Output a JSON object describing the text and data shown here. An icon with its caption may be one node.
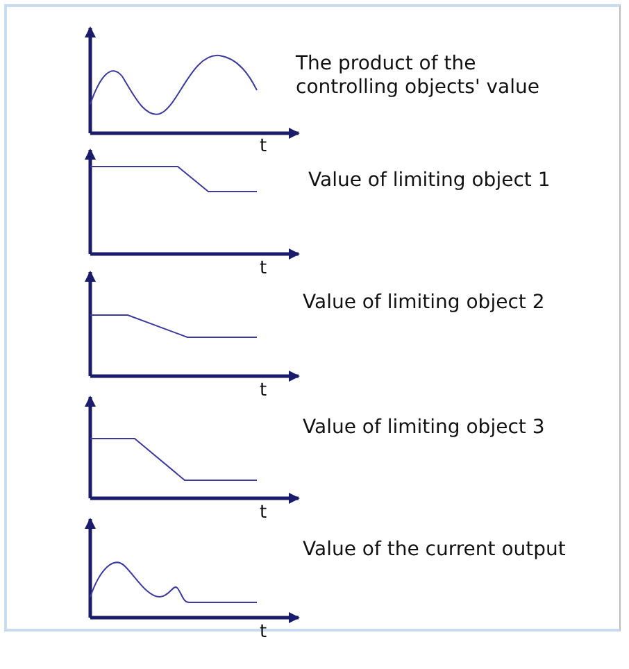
{
  "diagram": {
    "labels": [
      "The product of the controlling objects' value",
      "t",
      "Value of limiting object 1",
      "t",
      "Value of limiting object 2",
      "t",
      "Value of limiting object 3",
      "t",
      "Value of the current output",
      "t"
    ]
  }
}
